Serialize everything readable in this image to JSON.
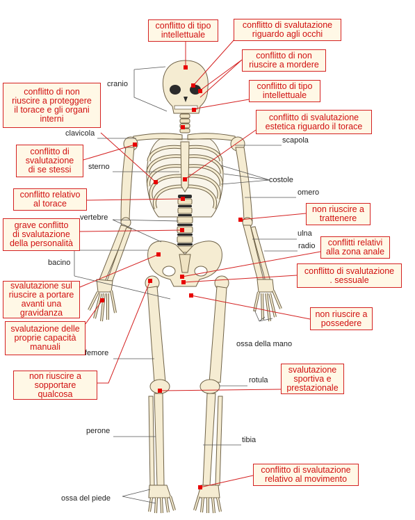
{
  "colors": {
    "box_border": "#d42020",
    "box_bg": "#fff8e6",
    "text_red": "#d01010",
    "dot": "#e80000",
    "bone": "#f5ecd2"
  },
  "conflicts": [
    "conflitto di tipo\nintellettuale",
    "conflitto di svalutazione\nriguardo agli occhi",
    "conflitto di non\nriuscire a mordere",
    "conflitto di tipo\nintellettuale",
    "conflitto di non\nriuscire a proteggere\nil torace e gli organi\ninterni",
    "conflitto di svalutazione\nestetica riguardo il torace",
    "conflitto di\nsvalutazione\ndi se stessi",
    "conflitto relativo\nal torace",
    "non riuscire a\ntrattenere",
    "grave conflitto\ndi svalutazione\ndella personalità",
    "conflitti relativi\nalla zona anale",
    "conflitto di svalutazione\n. sessuale",
    "svalutazione sul\nriuscire a portare\navanti una\ngravidanza",
    "non riuscire a\npossedere",
    "svalutazione delle\nproprie capacità\nmanuali",
    "non riuscire a\nsopportare\nqualcosa",
    "svalutazione\nsportiva e\nprestazionale",
    "conflitto di svalutazione\nrelativo al movimento"
  ],
  "anatomy": [
    "cranio",
    "clavicola",
    "scapola",
    "sterno",
    "costole",
    "omero",
    "vertebre",
    "ulna",
    "radio",
    "bacino",
    "ossa della mano",
    "femore",
    "rotula",
    "perone",
    "tibia",
    "ossa del piede"
  ]
}
